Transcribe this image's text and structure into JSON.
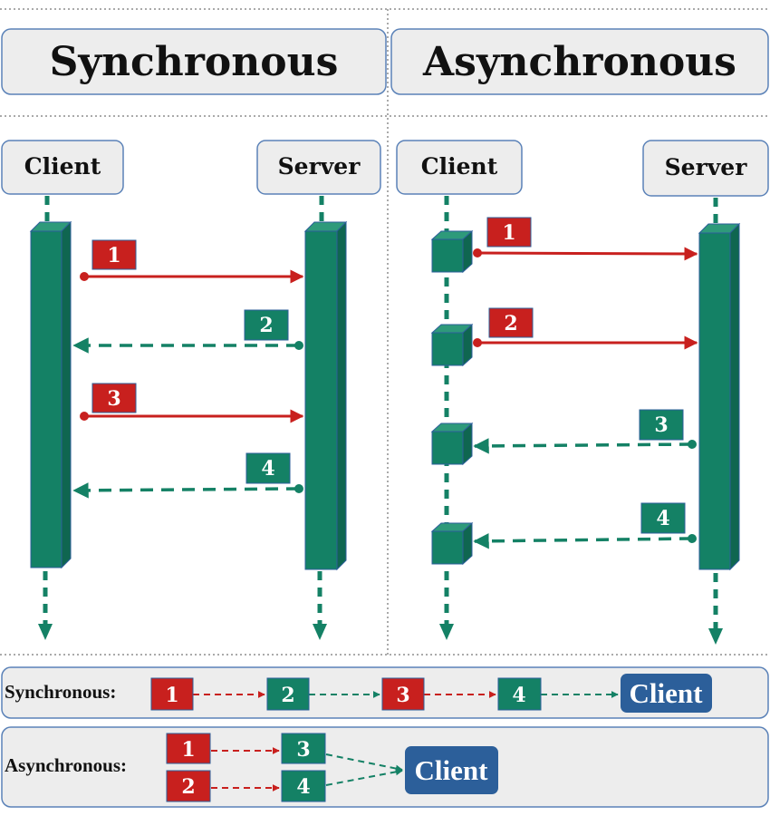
{
  "headers": {
    "sync": "Synchronous",
    "async": "Asynchronous"
  },
  "actors": {
    "client": "Client",
    "server": "Server"
  },
  "sync_messages": [
    "1",
    "2",
    "3",
    "4"
  ],
  "async_messages": [
    "1",
    "2",
    "3",
    "4"
  ],
  "summary": {
    "sync_label": "Synchronous:",
    "async_label": "Asynchronous:",
    "steps": [
      "1",
      "2",
      "3",
      "4"
    ],
    "client": "Client"
  },
  "colors": {
    "request": "#C8201E",
    "response": "#148165",
    "client_badge": "#2C5F9A",
    "panel": "#EDEDED",
    "border": "#5B82B8"
  }
}
